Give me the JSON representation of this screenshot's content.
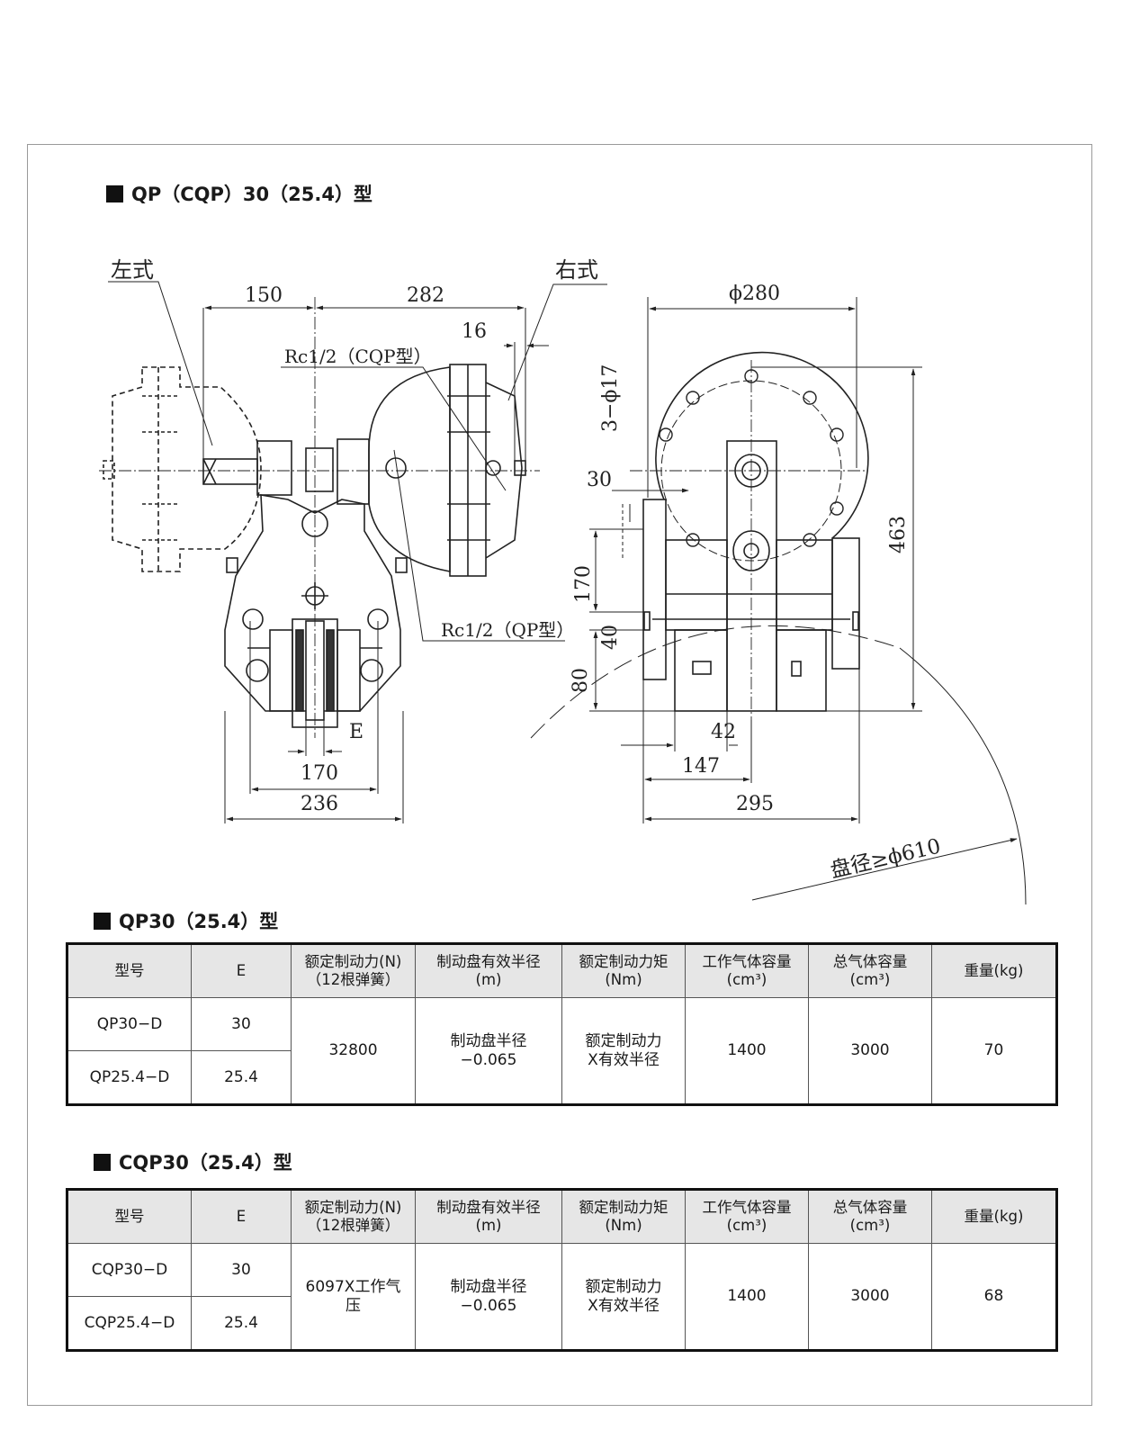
{
  "drawing": {
    "title": "QP（CQP）30（25.4）型",
    "label_left": "左式",
    "label_right": "右式",
    "dims": {
      "d150": "150",
      "d282": "282",
      "d16": "16",
      "rc_cqp": "Rc1/2（CQP型）",
      "rc_qp": "Rc1/2（QP型）",
      "e": "E",
      "d170": "170",
      "d236": "236",
      "phi280": "ϕ280",
      "holes": "3−ϕ17",
      "d30": "30",
      "v170": "170",
      "v40": "40",
      "v80": "80",
      "d463": "463",
      "d42": "42",
      "d147": "147",
      "d295": "295",
      "disc": "盘径≥ϕ610"
    }
  },
  "tables": [
    {
      "heading": "QP30（25.4）型",
      "headers": {
        "model": "型号",
        "e": "E",
        "force_l1": "额定制动力(N)",
        "force_l2": "（12根弹簧）",
        "radius_l1": "制动盘有效半径",
        "radius_l2": "(m)",
        "torque_l1": "额定制动力矩",
        "torque_l2": "(Nm)",
        "work_l1": "工作气体容量",
        "work_l2": "(cm³)",
        "total_l1": "总气体容量",
        "total_l2": "(cm³)",
        "weight": "重量(kg)"
      },
      "rows": [
        {
          "model": "QP30−D",
          "e": "30"
        },
        {
          "model": "QP25.4−D",
          "e": "25.4"
        }
      ],
      "shared": {
        "force": "32800",
        "radius_l1": "制动盘半径",
        "radius_l2": "−0.065",
        "torque_l1": "额定制动力",
        "torque_l2": "X有效半径",
        "work": "1400",
        "total": "3000",
        "weight": "70"
      }
    },
    {
      "heading": "CQP30（25.4）型",
      "headers": {
        "model": "型号",
        "e": "E",
        "force_l1": "额定制动力(N)",
        "force_l2": "（12根弹簧）",
        "radius_l1": "制动盘有效半径",
        "radius_l2": "(m)",
        "torque_l1": "额定制动力矩",
        "torque_l2": "(Nm)",
        "work_l1": "工作气体容量",
        "work_l2": "(cm³)",
        "total_l1": "总气体容量",
        "total_l2": "(cm³)",
        "weight": "重量(kg)"
      },
      "rows": [
        {
          "model": "CQP30−D",
          "e": "30"
        },
        {
          "model": "CQP25.4−D",
          "e": "25.4"
        }
      ],
      "shared": {
        "force_l1": "6097X工作气",
        "force_l2": "压",
        "radius_l1": "制动盘半径",
        "radius_l2": "−0.065",
        "torque_l1": "额定制动力",
        "torque_l2": "X有效半径",
        "work": "1400",
        "total": "3000",
        "weight": "68"
      }
    }
  ]
}
